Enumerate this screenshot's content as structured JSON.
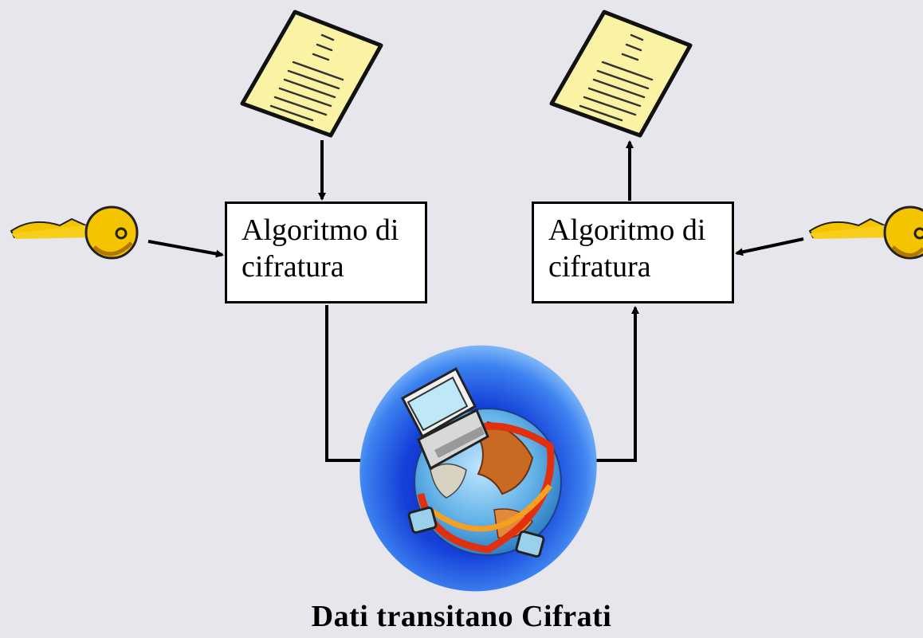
{
  "diagram": {
    "left_box": {
      "line1": "Algoritmo di",
      "line2": "cifratura"
    },
    "right_box": {
      "line1": "Algoritmo di",
      "line2": "cifratura"
    },
    "caption": "Dati transitano Cifrati",
    "icons": [
      "document-icon",
      "document-icon",
      "key-icon",
      "key-icon",
      "globe-network-icon"
    ],
    "colors": {
      "background": "#e6e6ec",
      "document": "#fbf3a4",
      "key": "#f5c400",
      "globe_halo": "#1a4fe0",
      "ocean": "#66b4e8",
      "land": "#c96a22"
    }
  }
}
